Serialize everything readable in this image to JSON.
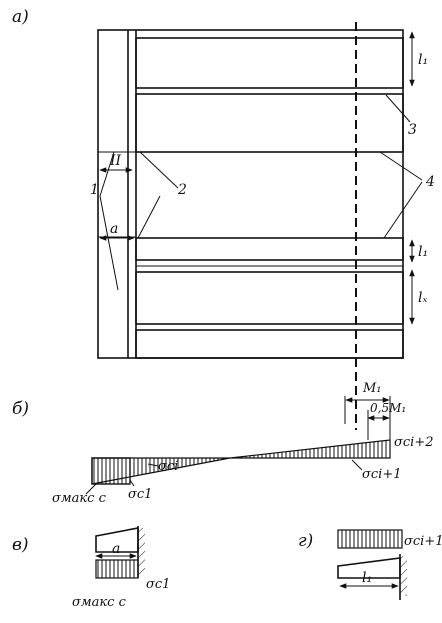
{
  "panel_labels": {
    "a": "а)",
    "b": "б)",
    "v": "в)",
    "g": "г)"
  },
  "plan": {
    "dims": {
      "l1_top": "l₁",
      "l1_mid": "l₁",
      "lx": "lₓ",
      "a": "a",
      "II": "II"
    },
    "callouts": {
      "c1": "1",
      "c2": "2",
      "c3": "3",
      "c4": "4"
    }
  },
  "stress_diagram": {
    "dims": {
      "M1": "M₁",
      "half_M1": "0,5M₁"
    },
    "labels": {
      "sigma_max": "σмакс c",
      "sigma_c1_bottom": "σc1",
      "sigma_ci": "σci",
      "sigma_ci2": "σci+2",
      "sigma_ci1": "σci+1"
    }
  },
  "detail_v": {
    "a": "a",
    "sigma_max": "σмакс c",
    "sigma_c1": "σc1"
  },
  "detail_g": {
    "sigma": "σci+1",
    "l1": "l₁"
  }
}
